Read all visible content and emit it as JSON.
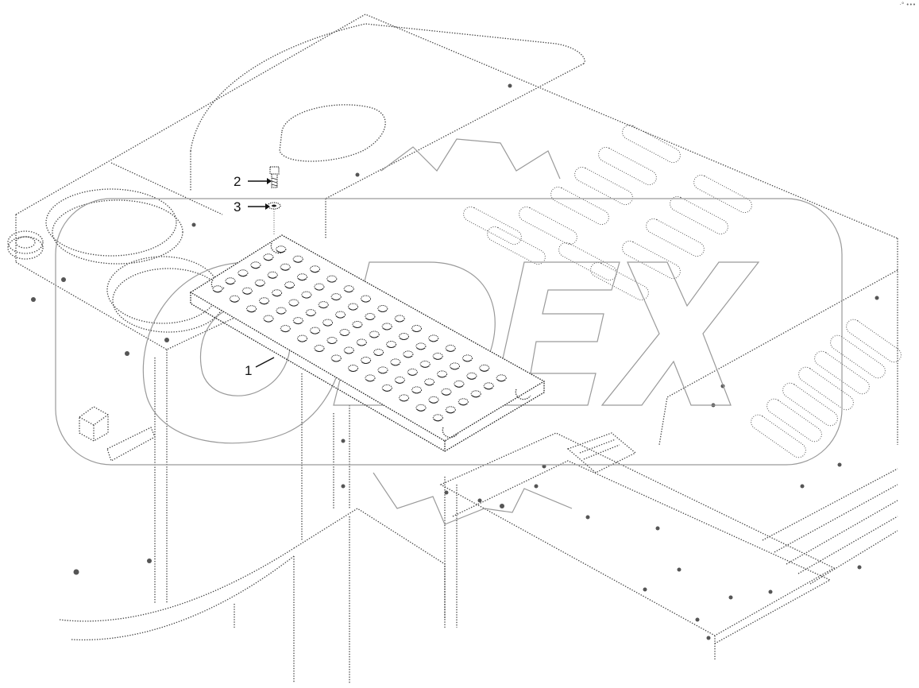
{
  "diagram": {
    "callouts": [
      {
        "id": "1",
        "label": "1",
        "part": "step-plate"
      },
      {
        "id": "2",
        "label": "2",
        "part": "bolt"
      },
      {
        "id": "3",
        "label": "3",
        "part": "washer"
      }
    ],
    "watermark": {
      "text": "ODEX",
      "color": "#9a9a9a"
    },
    "corner_mark": "·° •••"
  }
}
